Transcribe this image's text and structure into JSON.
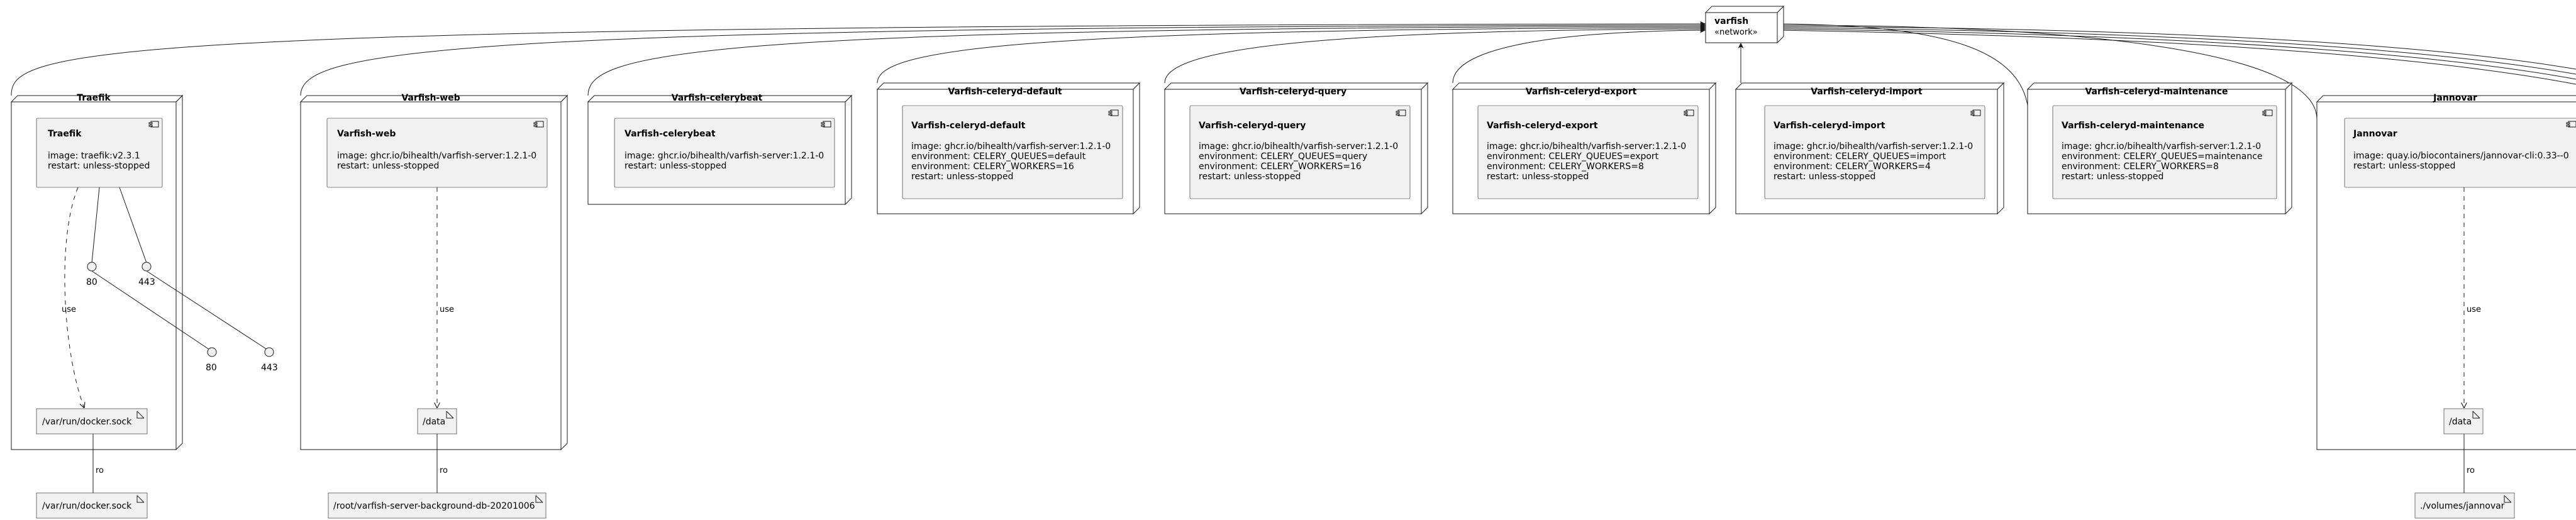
{
  "network": {
    "name": "varfish",
    "stereotype": "«network»"
  },
  "nodes": {
    "traefik": {
      "title": "Traefik",
      "component": {
        "name": "Traefik",
        "lines": [
          "image: traefik:v2.3.1",
          "restart: unless-stopped"
        ]
      },
      "ports": [
        "80",
        "443"
      ],
      "outer_ports": [
        "80",
        "443"
      ],
      "volume": "/var/run/docker.sock",
      "host_volume": "/var/run/docker.sock",
      "use_label": "use",
      "mount_label": "ro"
    },
    "web": {
      "title": "Varfish-web",
      "component": {
        "name": "Varfish-web",
        "lines": [
          "image: ghcr.io/bihealth/varfish-server:1.2.1-0",
          "restart: unless-stopped"
        ]
      },
      "volume": "/data",
      "host_volume": "/root/varfish-server-background-db-20201006",
      "use_label": "use",
      "mount_label": "ro"
    },
    "celerybeat": {
      "title": "Varfish-celerybeat",
      "component": {
        "name": "Varfish-celerybeat",
        "lines": [
          "image: ghcr.io/bihealth/varfish-server:1.2.1-0",
          "restart: unless-stopped"
        ]
      }
    },
    "celeryd_default": {
      "title": "Varfish-celeryd-default",
      "component": {
        "name": "Varfish-celeryd-default",
        "lines": [
          "image: ghcr.io/bihealth/varfish-server:1.2.1-0",
          "environment: CELERY_QUEUES=default",
          "environment: CELERY_WORKERS=16",
          "restart: unless-stopped"
        ]
      }
    },
    "celeryd_query": {
      "title": "Varfish-celeryd-query",
      "component": {
        "name": "Varfish-celeryd-query",
        "lines": [
          "image: ghcr.io/bihealth/varfish-server:1.2.1-0",
          "environment: CELERY_QUEUES=query",
          "environment: CELERY_WORKERS=16",
          "restart: unless-stopped"
        ]
      }
    },
    "celeryd_export": {
      "title": "Varfish-celeryd-export",
      "component": {
        "name": "Varfish-celeryd-export",
        "lines": [
          "image: ghcr.io/bihealth/varfish-server:1.2.1-0",
          "environment: CELERY_QUEUES=export",
          "environment: CELERY_WORKERS=8",
          "restart: unless-stopped"
        ]
      }
    },
    "celeryd_import": {
      "title": "Varfish-celeryd-import",
      "component": {
        "name": "Varfish-celeryd-import",
        "lines": [
          "image: ghcr.io/bihealth/varfish-server:1.2.1-0",
          "environment: CELERY_QUEUES=import",
          "environment: CELERY_WORKERS=4",
          "restart: unless-stopped"
        ]
      }
    },
    "celeryd_maintenance": {
      "title": "Varfish-celeryd-maintenance",
      "component": {
        "name": "Varfish-celeryd-maintenance",
        "lines": [
          "image: ghcr.io/bihealth/varfish-server:1.2.1-0",
          "environment: CELERY_QUEUES=maintenance",
          "environment: CELERY_WORKERS=8",
          "restart: unless-stopped"
        ]
      }
    },
    "jannovar": {
      "title": "Jannovar",
      "component": {
        "name": "Jannovar",
        "lines": [
          "image: quay.io/biocontainers/jannovar-cli:0.33--0",
          "restart: unless-stopped"
        ]
      },
      "volume": "/data",
      "host_volume": "./volumes/jannovar",
      "use_label": "use",
      "mount_label": "ro"
    }
  }
}
